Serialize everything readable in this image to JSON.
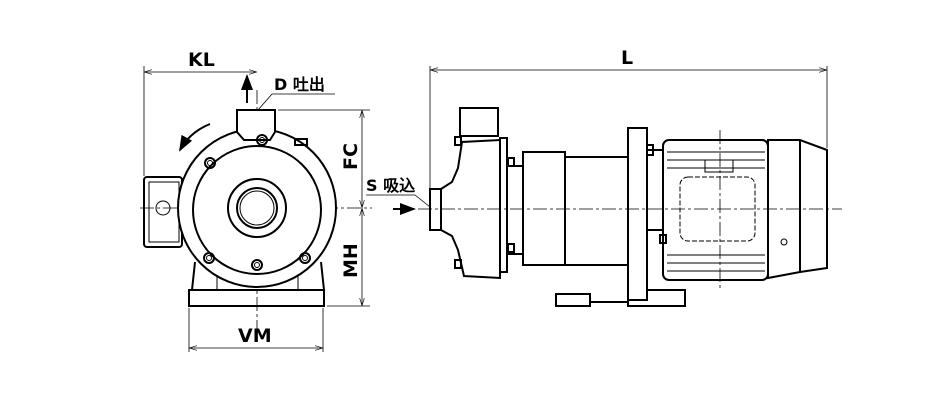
{
  "front_view": {
    "dim_kl": "KL",
    "discharge": "D 吐出",
    "dim_fc": "FC",
    "dim_mh": "MH",
    "dim_vm": "VM"
  },
  "side_view": {
    "suction": "S 吸込",
    "dim_l": "L"
  }
}
